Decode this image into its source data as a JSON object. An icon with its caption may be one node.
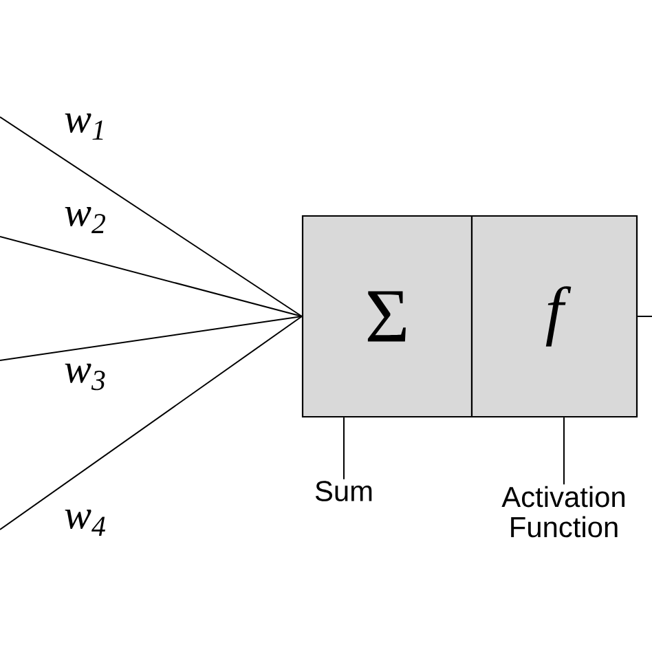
{
  "diagram": {
    "nodes": [
      {
        "text": [
          "Σ"
        ]
      },
      {
        "text": [
          "f"
        ]
      },
      {
        "text": [
          "Sum"
        ]
      },
      {
        "text": [
          "Activation Function"
        ]
      }
    ],
    "edges": [
      {
        "from": null,
        "to": 0,
        "arrow": "none",
        "label": "w$_{1}$"
      },
      {
        "from": null,
        "to": 0,
        "arrow": "none",
        "label": "w$_{2}$"
      },
      {
        "from": null,
        "to": 0,
        "arrow": "none",
        "label": "w$_{3}$"
      },
      {
        "from": null,
        "to": 0,
        "arrow": "none",
        "label": "w$_{4}$"
      },
      {
        "from": 1,
        "to": null,
        "arrow": "none"
      },
      {
        "from": 2,
        "to": 0,
        "arrow": "none"
      },
      {
        "from": 3,
        "to": 1,
        "arrow": "none"
      }
    ]
  }
}
